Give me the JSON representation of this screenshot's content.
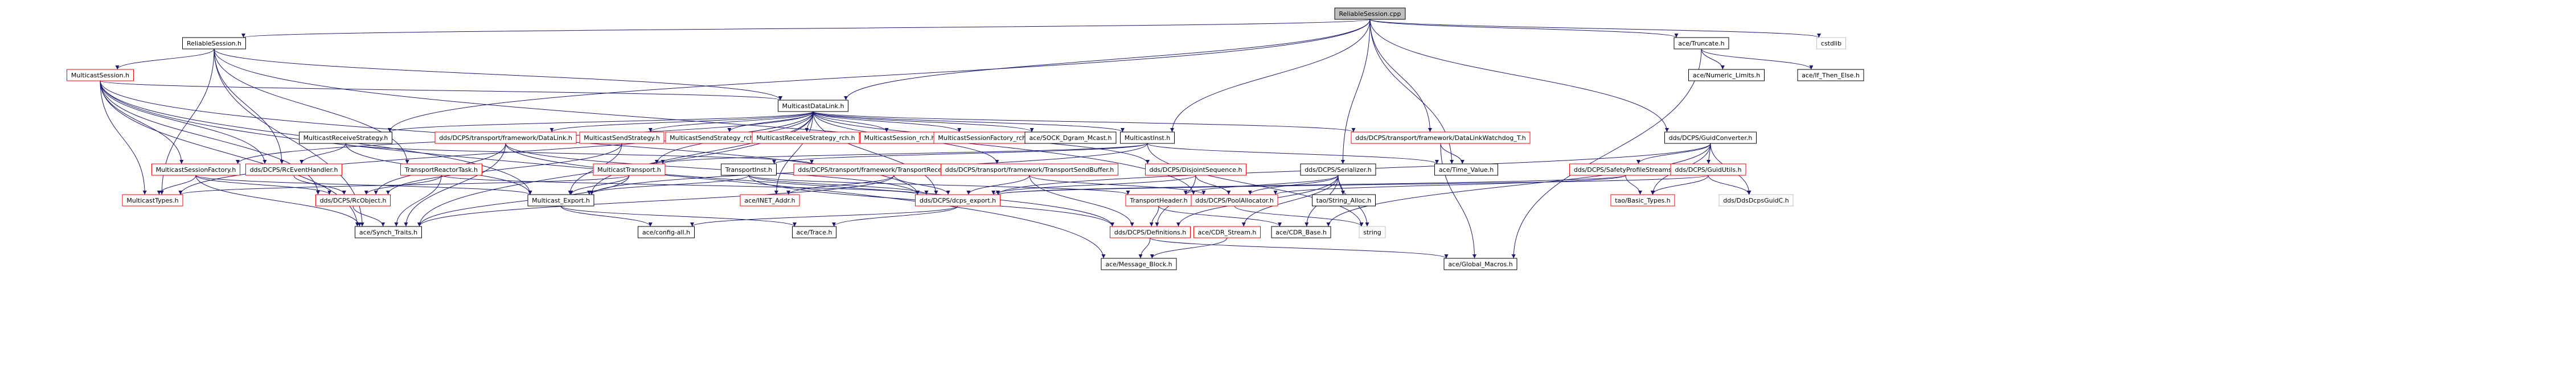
{
  "nodes": {
    "n0": {
      "label": "ReliableSession.cpp",
      "style": "root"
    },
    "n1": {
      "label": "ReliableSession.h",
      "style": "black"
    },
    "n2": {
      "label": "MulticastSession.h",
      "style": "red"
    },
    "n3": {
      "label": "MulticastDataLink.h",
      "style": "black"
    },
    "n4": {
      "label": "MulticastReceiveStrategy.h",
      "style": "black"
    },
    "n5": {
      "label": "dds/DCPS/transport/framework/DataLink.h",
      "style": "red"
    },
    "n6": {
      "label": "MulticastSendStrategy.h",
      "style": "red"
    },
    "n7": {
      "label": "MulticastSendStrategy_rch.h",
      "style": "red"
    },
    "n8": {
      "label": "MulticastReceiveStrategy_rch.h",
      "style": "red"
    },
    "n9": {
      "label": "MulticastSession_rch.h",
      "style": "red"
    },
    "n10": {
      "label": "MulticastSessionFactory_rch.h",
      "style": "red"
    },
    "n11": {
      "label": "ace/SOCK_Dgram_Mcast.h",
      "style": "black"
    },
    "n12": {
      "label": "MulticastInst.h",
      "style": "black"
    },
    "n13": {
      "label": "dds/DCPS/transport/framework/DataLinkWatchdog_T.h",
      "style": "red"
    },
    "n14": {
      "label": "ace/Truncate.h",
      "style": "black"
    },
    "n15": {
      "label": "cstdlib",
      "style": "gray"
    },
    "n16": {
      "label": "ace/Numeric_Limits.h",
      "style": "black"
    },
    "n17": {
      "label": "ace/If_Then_Else.h",
      "style": "black"
    },
    "n18": {
      "label": "dds/DCPS/GuidConverter.h",
      "style": "black"
    },
    "n19": {
      "label": "MulticastSessionFactory.h",
      "style": "red"
    },
    "n20": {
      "label": "dds/DCPS/RcEventHandler.h",
      "style": "red"
    },
    "n21": {
      "label": "TransportReactorTask.h",
      "style": "red"
    },
    "n22": {
      "label": "MulticastTransport.h",
      "style": "red"
    },
    "n23": {
      "label": "TransportInst.h",
      "style": "black"
    },
    "n24": {
      "label": "dds/DCPS/transport/framework/TransportReceiveStrategy_T.h",
      "style": "red"
    },
    "n25": {
      "label": "dds/DCPS/transport/framework/TransportSendBuffer.h",
      "style": "red"
    },
    "n26": {
      "label": "dds/DCPS/DisjointSequence.h",
      "style": "red"
    },
    "n27": {
      "label": "dds/DCPS/Serializer.h",
      "style": "black"
    },
    "n28": {
      "label": "ace/Time_Value.h",
      "style": "black"
    },
    "n29": {
      "label": "dds/DCPS/SafetyProfileStreams.h",
      "style": "red"
    },
    "n30": {
      "label": "dds/DCPS/GuidUtils.h",
      "style": "red"
    },
    "n31": {
      "label": "MulticastTypes.h",
      "style": "red"
    },
    "n32": {
      "label": "dds/DCPS/RcObject.h",
      "style": "red"
    },
    "n33": {
      "label": "Multicast_Export.h",
      "style": "black"
    },
    "n34": {
      "label": "ace/INET_Addr.h",
      "style": "red"
    },
    "n35": {
      "label": "dds/DCPS/dcps_export.h",
      "style": "red"
    },
    "n36": {
      "label": "TransportHeader.h",
      "style": "red"
    },
    "n37": {
      "label": "dds/DCPS/PoolAllocator.h",
      "style": "red"
    },
    "n38": {
      "label": "tao/String_Alloc.h",
      "style": "black"
    },
    "n39": {
      "label": "tao/Basic_Types.h",
      "style": "red"
    },
    "n40": {
      "label": "dds/DdsDcpsGuidC.h",
      "style": "gray"
    },
    "n41": {
      "label": "ace/Synch_Traits.h",
      "style": "black"
    },
    "n42": {
      "label": "ace/config-all.h",
      "style": "black"
    },
    "n43": {
      "label": "ace/Trace.h",
      "style": "black"
    },
    "n44": {
      "label": "dds/DCPS/Definitions.h",
      "style": "red"
    },
    "n45": {
      "label": "ace/CDR_Stream.h",
      "style": "red"
    },
    "n46": {
      "label": "ace/CDR_Base.h",
      "style": "black"
    },
    "n47": {
      "label": "string",
      "style": "gray"
    },
    "n48": {
      "label": "ace/Message_Block.h",
      "style": "black"
    },
    "n49": {
      "label": "ace/Global_Macros.h",
      "style": "black"
    }
  },
  "edges": [
    [
      "n0",
      "n1"
    ],
    [
      "n0",
      "n3"
    ],
    [
      "n0",
      "n12"
    ],
    [
      "n0",
      "n13"
    ],
    [
      "n0",
      "n14"
    ],
    [
      "n0",
      "n15"
    ],
    [
      "n0",
      "n18"
    ],
    [
      "n0",
      "n27"
    ],
    [
      "n0",
      "n28"
    ],
    [
      "n0",
      "n4"
    ],
    [
      "n1",
      "n2"
    ],
    [
      "n1",
      "n3"
    ],
    [
      "n1",
      "n31"
    ],
    [
      "n1",
      "n20"
    ],
    [
      "n1",
      "n21"
    ],
    [
      "n1",
      "n41"
    ],
    [
      "n1",
      "n37"
    ],
    [
      "n2",
      "n3"
    ],
    [
      "n2",
      "n31"
    ],
    [
      "n2",
      "n20"
    ],
    [
      "n2",
      "n32"
    ],
    [
      "n2",
      "n33"
    ],
    [
      "n2",
      "n41"
    ],
    [
      "n2",
      "n48"
    ],
    [
      "n2",
      "n35"
    ],
    [
      "n2",
      "n19"
    ],
    [
      "n3",
      "n4"
    ],
    [
      "n3",
      "n5"
    ],
    [
      "n3",
      "n6"
    ],
    [
      "n3",
      "n7"
    ],
    [
      "n3",
      "n8"
    ],
    [
      "n3",
      "n9"
    ],
    [
      "n3",
      "n10"
    ],
    [
      "n3",
      "n11"
    ],
    [
      "n3",
      "n12"
    ],
    [
      "n3",
      "n13"
    ],
    [
      "n3",
      "n19"
    ],
    [
      "n3",
      "n22"
    ],
    [
      "n3",
      "n25"
    ],
    [
      "n3",
      "n26"
    ],
    [
      "n3",
      "n33"
    ],
    [
      "n3",
      "n35"
    ],
    [
      "n3",
      "n41"
    ],
    [
      "n3",
      "n34"
    ],
    [
      "n3",
      "n31"
    ],
    [
      "n4",
      "n20"
    ],
    [
      "n4",
      "n24"
    ],
    [
      "n4",
      "n33"
    ],
    [
      "n5",
      "n32"
    ],
    [
      "n5",
      "n41"
    ],
    [
      "n5",
      "n35"
    ],
    [
      "n5",
      "n44"
    ],
    [
      "n6",
      "n33"
    ],
    [
      "n6",
      "n32"
    ],
    [
      "n12",
      "n23"
    ],
    [
      "n12",
      "n28"
    ],
    [
      "n12",
      "n22"
    ],
    [
      "n12",
      "n33"
    ],
    [
      "n12",
      "n47"
    ],
    [
      "n13",
      "n28"
    ],
    [
      "n13",
      "n49"
    ],
    [
      "n14",
      "n16"
    ],
    [
      "n14",
      "n17"
    ],
    [
      "n14",
      "n49"
    ],
    [
      "n18",
      "n29"
    ],
    [
      "n18",
      "n30"
    ],
    [
      "n18",
      "n35"
    ],
    [
      "n18",
      "n40"
    ],
    [
      "n18",
      "n46"
    ],
    [
      "n18",
      "n39"
    ],
    [
      "n19",
      "n31"
    ],
    [
      "n19",
      "n32"
    ],
    [
      "n19",
      "n33"
    ],
    [
      "n19",
      "n41"
    ],
    [
      "n20",
      "n32"
    ],
    [
      "n21",
      "n32"
    ],
    [
      "n21",
      "n41"
    ],
    [
      "n21",
      "n35"
    ],
    [
      "n22",
      "n31"
    ],
    [
      "n22",
      "n33"
    ],
    [
      "n22",
      "n41"
    ],
    [
      "n23",
      "n33"
    ],
    [
      "n23",
      "n35"
    ],
    [
      "n23",
      "n44"
    ],
    [
      "n23",
      "n36"
    ],
    [
      "n24",
      "n34"
    ],
    [
      "n24",
      "n35"
    ],
    [
      "n24",
      "n41"
    ],
    [
      "n25",
      "n35"
    ],
    [
      "n25",
      "n44"
    ],
    [
      "n25",
      "n37"
    ],
    [
      "n26",
      "n35"
    ],
    [
      "n26",
      "n37"
    ],
    [
      "n26",
      "n44"
    ],
    [
      "n27",
      "n36"
    ],
    [
      "n27",
      "n37"
    ],
    [
      "n27",
      "n38"
    ],
    [
      "n27",
      "n44"
    ],
    [
      "n27",
      "n45"
    ],
    [
      "n27",
      "n46"
    ],
    [
      "n27",
      "n47"
    ],
    [
      "n29",
      "n37"
    ],
    [
      "n29",
      "n39"
    ],
    [
      "n29",
      "n35"
    ],
    [
      "n30",
      "n35"
    ],
    [
      "n30",
      "n39"
    ],
    [
      "n30",
      "n40"
    ],
    [
      "n32",
      "n41"
    ],
    [
      "n33",
      "n42"
    ],
    [
      "n33",
      "n43"
    ],
    [
      "n35",
      "n42"
    ],
    [
      "n35",
      "n43"
    ],
    [
      "n36",
      "n44"
    ],
    [
      "n36",
      "n46"
    ],
    [
      "n37",
      "n47"
    ],
    [
      "n44",
      "n49"
    ],
    [
      "n44",
      "n48"
    ],
    [
      "n45",
      "n48"
    ]
  ],
  "colors": {
    "root_fill": "#bfbfbf",
    "black_border": "#000000",
    "red_border": "#ff0000",
    "gray_border": "#bfbfbf",
    "edge": "#191970"
  }
}
